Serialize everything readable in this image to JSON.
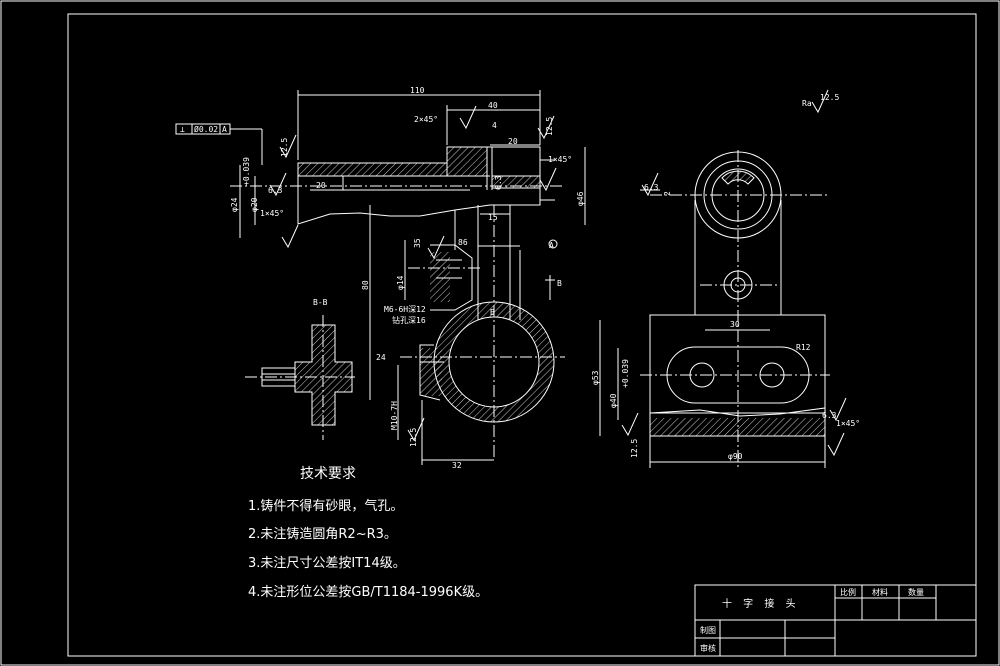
{
  "drawing": {
    "part_name": "十 字 接 头",
    "section_label": "B-B",
    "tech_requirements": {
      "title": "技术要求",
      "items": [
        "1.铸件不得有砂眼，气孔。",
        "2.未注铸造圆角R2~R3。",
        "3.未注尺寸公差按IT14级。",
        "4.未注形位公差按GB/T1184-1996K级。"
      ]
    },
    "title_block": {
      "scale_label": "比例",
      "material_label": "材料",
      "qty_label": "数量",
      "drawn_label": "制图",
      "check_label": "审核"
    },
    "dimensions": {
      "d110": "110",
      "d40": "40",
      "d20a": "20",
      "d20b": "20",
      "d4": "4",
      "chamfer_2x45": "2×45°",
      "chamfer_1x45a": "1×45°",
      "chamfer_1x45b": "1×45°",
      "chamfer_1x45c": "1×45°",
      "ra12_5a": "12.5",
      "ra12_5b": "12.5",
      "ra12_5c": "12.5",
      "ra12_5d": "12.5",
      "ra6_3a": "6.3",
      "ra6_3b": "6.3",
      "ra6_3c": "6.3",
      "tol_0039a": "+0.039",
      "d_phi24": "φ24",
      "d_phi20": "φ20",
      "d_phi46": "φ46",
      "d_phi14": "φ14",
      "d_phi40": "φ40",
      "tol_0039b": "+0.039",
      "d_phi90": "φ90",
      "d_phi53": "φ53",
      "d86": "86",
      "d15": "15",
      "d35": "35",
      "d80": "80",
      "d24": "24",
      "d32": "32",
      "d30": "30",
      "d2": "2",
      "r12": "R12",
      "thread_m6": "M6-6H深12",
      "thread_depth": "钻孔深16",
      "thread_m10": "M10-7H",
      "label_b1": "B",
      "label_b2": "B",
      "geo_tol_sym": "⊥",
      "geo_tol_val": "Ø0.02",
      "geo_tol_ref": "A",
      "datum_a": "A",
      "ra_other": "Ra",
      "ra_other_val": "12.5"
    }
  }
}
